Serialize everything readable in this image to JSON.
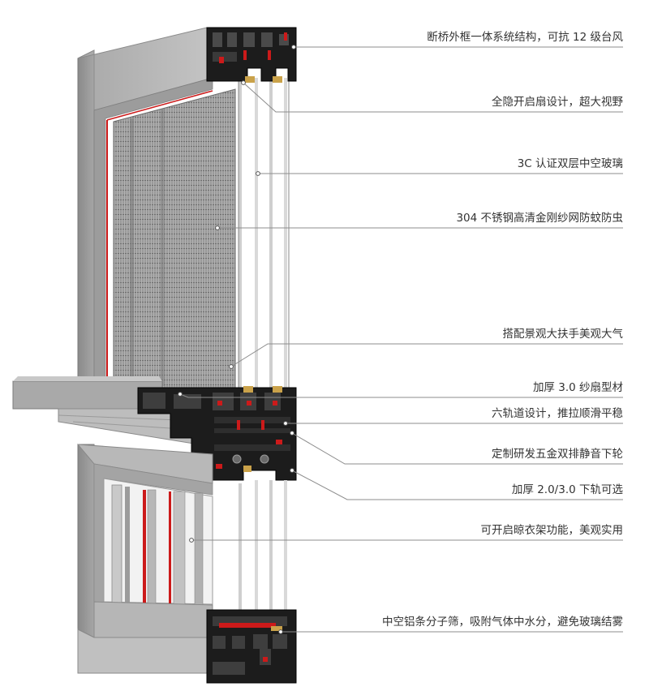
{
  "colors": {
    "frame_light": "#b4b4b4",
    "frame_mid": "#8f8f8f",
    "frame_dark": "#5a5a5a",
    "profile_black": "#1c1c1c",
    "seal_red": "#cc1a1a",
    "glass_edge": "#d7d7d7",
    "leader_line": "#8c8c8c",
    "label_text": "#333333"
  },
  "callouts": [
    {
      "id": "c1",
      "text": "断桥外框一体系统结构，可抗 12 级台风"
    },
    {
      "id": "c2",
      "text": "全隐开启扇设计，超大视野"
    },
    {
      "id": "c3",
      "text": "3C 认证双层中空玻璃"
    },
    {
      "id": "c4",
      "text": "304 不锈钢高清金刚纱网防蚊防虫"
    },
    {
      "id": "c5",
      "text": "搭配景观大扶手美观大气"
    },
    {
      "id": "c6",
      "text": "加厚 3.0 纱扇型材"
    },
    {
      "id": "c7",
      "text": "六轨道设计，推拉顺滑平稳"
    },
    {
      "id": "c8",
      "text": "定制研发五金双排静音下轮"
    },
    {
      "id": "c9",
      "text": "加厚 2.0/3.0 下轨可选"
    },
    {
      "id": "c10",
      "text": "可开启晾衣架功能，美观实用"
    },
    {
      "id": "c11",
      "text": "中空铝条分子筛，吸附气体中水分，避免玻璃结雾"
    }
  ]
}
